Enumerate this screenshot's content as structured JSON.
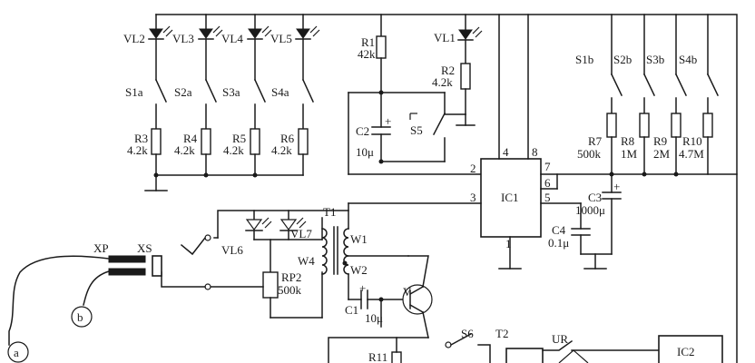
{
  "labels": {
    "vl2": "VL2",
    "vl3": "VL3",
    "vl4": "VL4",
    "vl5": "VL5",
    "vl1": "VL1",
    "vl6": "VL6",
    "vl7": "VL7",
    "r1": "R1",
    "r1_val": "42k",
    "r2": "R2",
    "r2_val": "4.2k",
    "s1a": "S1a",
    "s2a": "S2a",
    "s3a": "S3a",
    "s4a": "S4a",
    "r3": "R3",
    "r3_val": "4.2k",
    "r4": "R4",
    "r4_val": "4.2k",
    "r5": "R5",
    "r5_val": "4.2k",
    "r6": "R6",
    "r6_val": "4.2k",
    "c2": "C2",
    "c2_val": "10μ",
    "s5": "S5",
    "s1b": "S1b",
    "s2b": "S2b",
    "s3b": "S3b",
    "s4b": "S4b",
    "r7": "R7",
    "r7_val": "500k",
    "r8": "R8",
    "r8_val": "1M",
    "r9": "R9",
    "r9_val": "2M",
    "r10": "R10",
    "r10_val": "4.7M",
    "ic1": "IC1",
    "pin2": "2",
    "pin3": "3",
    "pin4": "4",
    "pin8": "8",
    "pin7": "7",
    "pin6": "6",
    "pin5": "5",
    "pin1": "1",
    "c3": "C3",
    "c3_val": "1000μ",
    "c4": "C4",
    "c4_val": "0.1μ",
    "t1": "T1",
    "w1": "W1",
    "w2": "W2",
    "w4": "W4",
    "rp2": "RP2",
    "rp2_val": "500k",
    "c1": "C1",
    "c1_val": "10μ",
    "v": "V",
    "xp": "XP",
    "xs": "XS",
    "a": "a",
    "b": "b",
    "s6": "S6",
    "t2": "T2",
    "ur": "UR",
    "r11": "R11",
    "ic2": "IC2",
    "plus": "+"
  }
}
